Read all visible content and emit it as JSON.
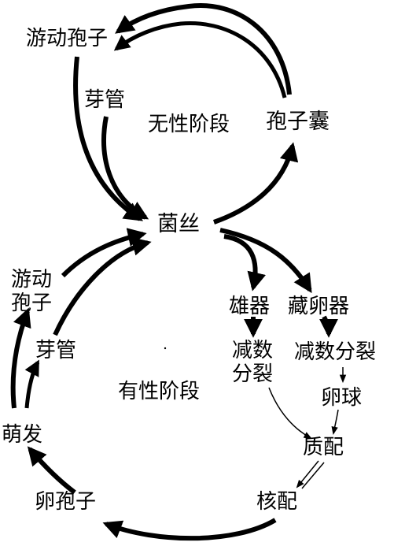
{
  "labels": {
    "zoospore": "游动孢子",
    "germ_tube_top": "芽管",
    "asexual_stage": "无性阶段",
    "sporangium": "孢子囊",
    "mycelium": "菌丝",
    "zoospore_left_1": "游动",
    "zoospore_left_2": "孢子",
    "germ_tube_left": "芽管",
    "antheridium": "雄器",
    "oogonium": "藏卵器",
    "meiosis_left_1": "减数",
    "meiosis_left_2": "分裂",
    "meiosis_right": "减数分裂",
    "oosphere": "卵球",
    "sexual_stage": "有性阶段",
    "germination": "萌发",
    "plasmogamy": "质配",
    "oospore": "卵孢子",
    "karyogamy": "核配"
  },
  "colors": {
    "ink": "#000000",
    "background": "#ffffff"
  }
}
